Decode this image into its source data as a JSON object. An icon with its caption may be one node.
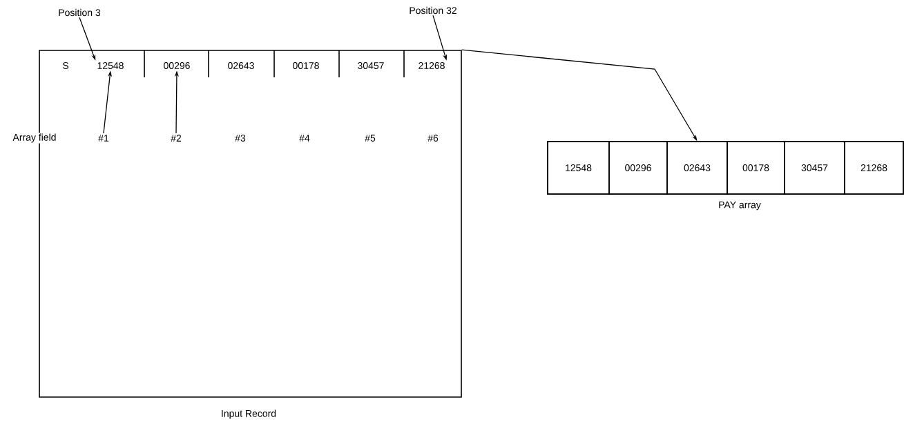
{
  "diagram": {
    "nodes": [
      {
        "text": [
          "Input Record"
        ]
      },
      {
        "text": [
          "12548"
        ],
        "in": 0
      },
      {
        "text": [
          "00296"
        ],
        "in": 0
      },
      {
        "text": [
          "02643"
        ],
        "in": 0
      },
      {
        "text": [
          "00178"
        ],
        "in": 0
      },
      {
        "text": [
          "30457"
        ],
        "in": 0
      },
      {
        "text": [
          "21268"
        ],
        "in": 0
      },
      {
        "text": [
          "Position 3"
        ]
      },
      {
        "text": [
          "Position 32"
        ]
      },
      {
        "text": [
          "#1"
        ],
        "in": 0
      },
      {
        "text": [
          "#2"
        ],
        "in": 0
      },
      {
        "text": [
          "PAY array"
        ]
      },
      {
        "text": [
          "12548"
        ],
        "in": 11
      },
      {
        "text": [
          "00296"
        ],
        "in": 11
      },
      {
        "text": [
          "02643"
        ],
        "in": 11
      },
      {
        "text": [
          "00178"
        ],
        "in": 11
      },
      {
        "text": [
          "30457"
        ],
        "in": 11
      },
      {
        "text": [
          "21268"
        ],
        "in": 11
      }
    ],
    "edges": [
      {
        "from": 7,
        "to": 1,
        "arrow": "to"
      },
      {
        "from": 8,
        "to": 6,
        "arrow": "to"
      },
      {
        "from": 9,
        "to": 1,
        "arrow": "to"
      },
      {
        "from": 10,
        "to": 2,
        "arrow": "to"
      },
      {
        "from": 0,
        "to": 14,
        "arrow": "to"
      }
    ],
    "labels": [
      "S",
      "Array field",
      "#3",
      "#4",
      "#5",
      "#6"
    ]
  }
}
